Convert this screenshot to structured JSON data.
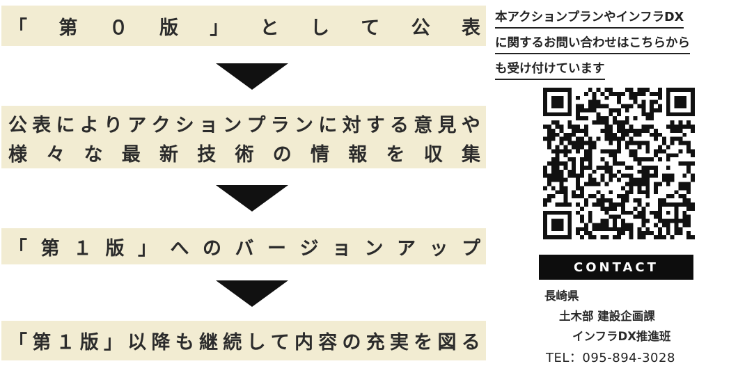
{
  "steps": [
    {
      "lines": [
        "「　第　０　版　」　と　し　て　公　表"
      ]
    },
    {
      "lines": [
        "公表によりアクションプランに対する意見や",
        "様々な最新技術の情報を収集"
      ]
    },
    {
      "lines": [
        "「第１版」へのバージョンアップ"
      ]
    },
    {
      "lines": [
        "「第１版」以降も継続して内容の充実を図る"
      ]
    }
  ],
  "contact_note": {
    "line1": "本アクションプランやインフラDX",
    "line2": "に関するお問い合わせはこちらから",
    "line3": "も受け付けています"
  },
  "contact": {
    "heading": "CONTACT",
    "org1": "長崎県",
    "org2": "土木部 建設企画課",
    "org3": "インフラDX推進班",
    "tel": "TEL：095-894-3028"
  },
  "colors": {
    "band_bg": "#f2ecd2",
    "arrow": "#111111",
    "contact_bar": "#0d0d0d"
  },
  "icons": {
    "qr": "qr-code-icon",
    "arrow": "down-triangle-arrow-icon"
  }
}
